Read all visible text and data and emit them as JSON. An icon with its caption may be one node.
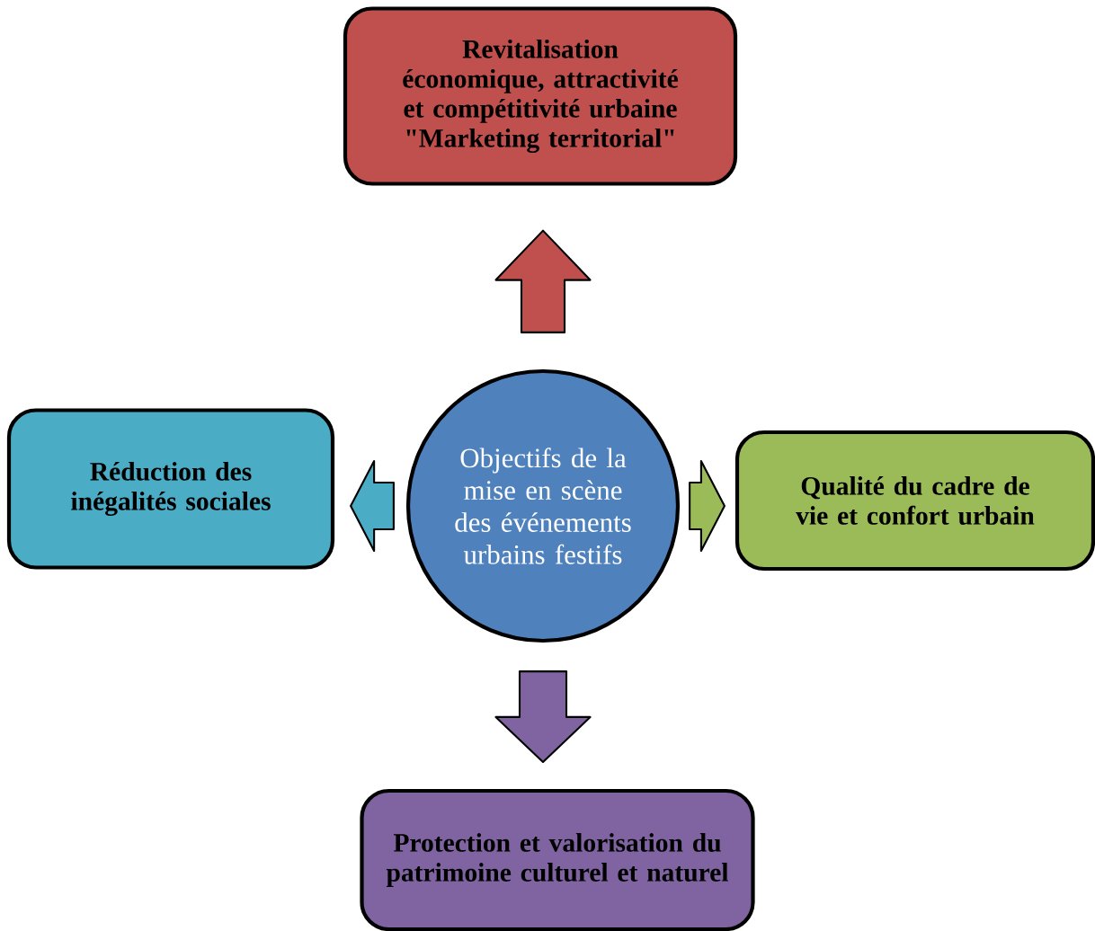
{
  "diagram": {
    "nodes": [
      {
        "text": [
          "Revitalisation économique, attractivité et compétitivité urbaine \"Marketing territorial\""
        ]
      },
      {
        "text": [
          "Réduction des inégalités sociales"
        ]
      },
      {
        "text": [
          "Objectifs de la mise en scène des événements urbains festifs"
        ]
      },
      {
        "text": [
          "Qualité du cadre de vie et confort urbain"
        ]
      },
      {
        "text": [
          "Protection et valorisation du patrimoine culturel et naturel"
        ]
      }
    ],
    "edges": [
      {
        "from": 2,
        "to": 0,
        "arrow": "to",
        "color": "#c0504d"
      },
      {
        "from": 2,
        "to": 1,
        "arrow": "to",
        "color": "#4bacc6"
      },
      {
        "from": 2,
        "to": 3,
        "arrow": "to",
        "color": "#9bbb59"
      },
      {
        "from": 2,
        "to": 4,
        "arrow": "to",
        "color": "#8064a2"
      }
    ]
  }
}
